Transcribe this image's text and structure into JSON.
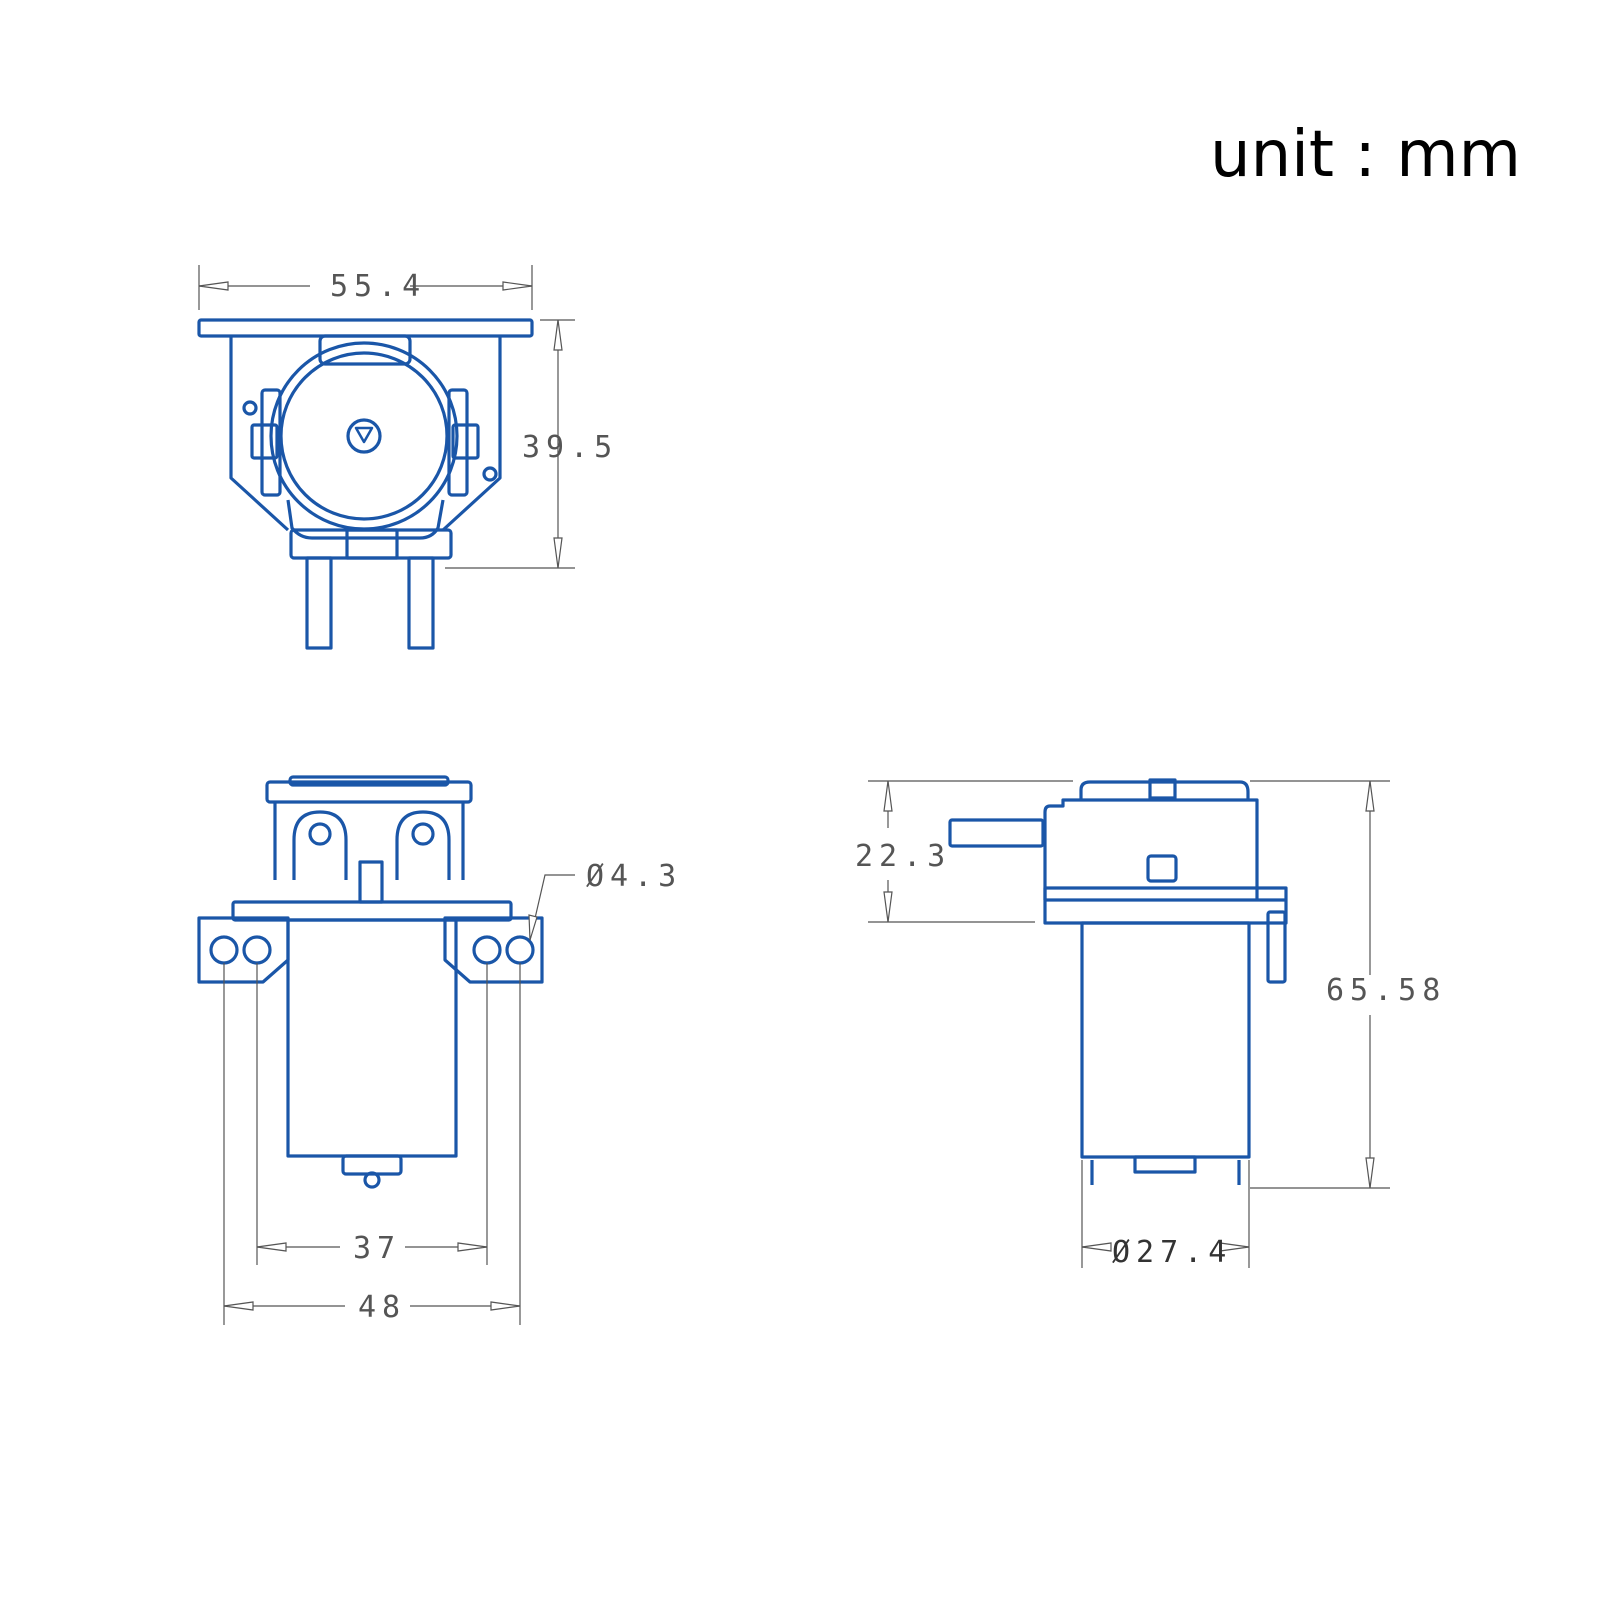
{
  "unit_label": "unit : mm",
  "line_color": "#1a56a8",
  "dimensions": {
    "top_width": "55.4",
    "top_height": "39.5",
    "hole_diameter": "Ø4.3",
    "hole_spacing_inner": "37",
    "hole_spacing_outer": "48",
    "head_height": "22.3",
    "total_height": "65.58",
    "motor_diameter": "Ø27.4"
  }
}
